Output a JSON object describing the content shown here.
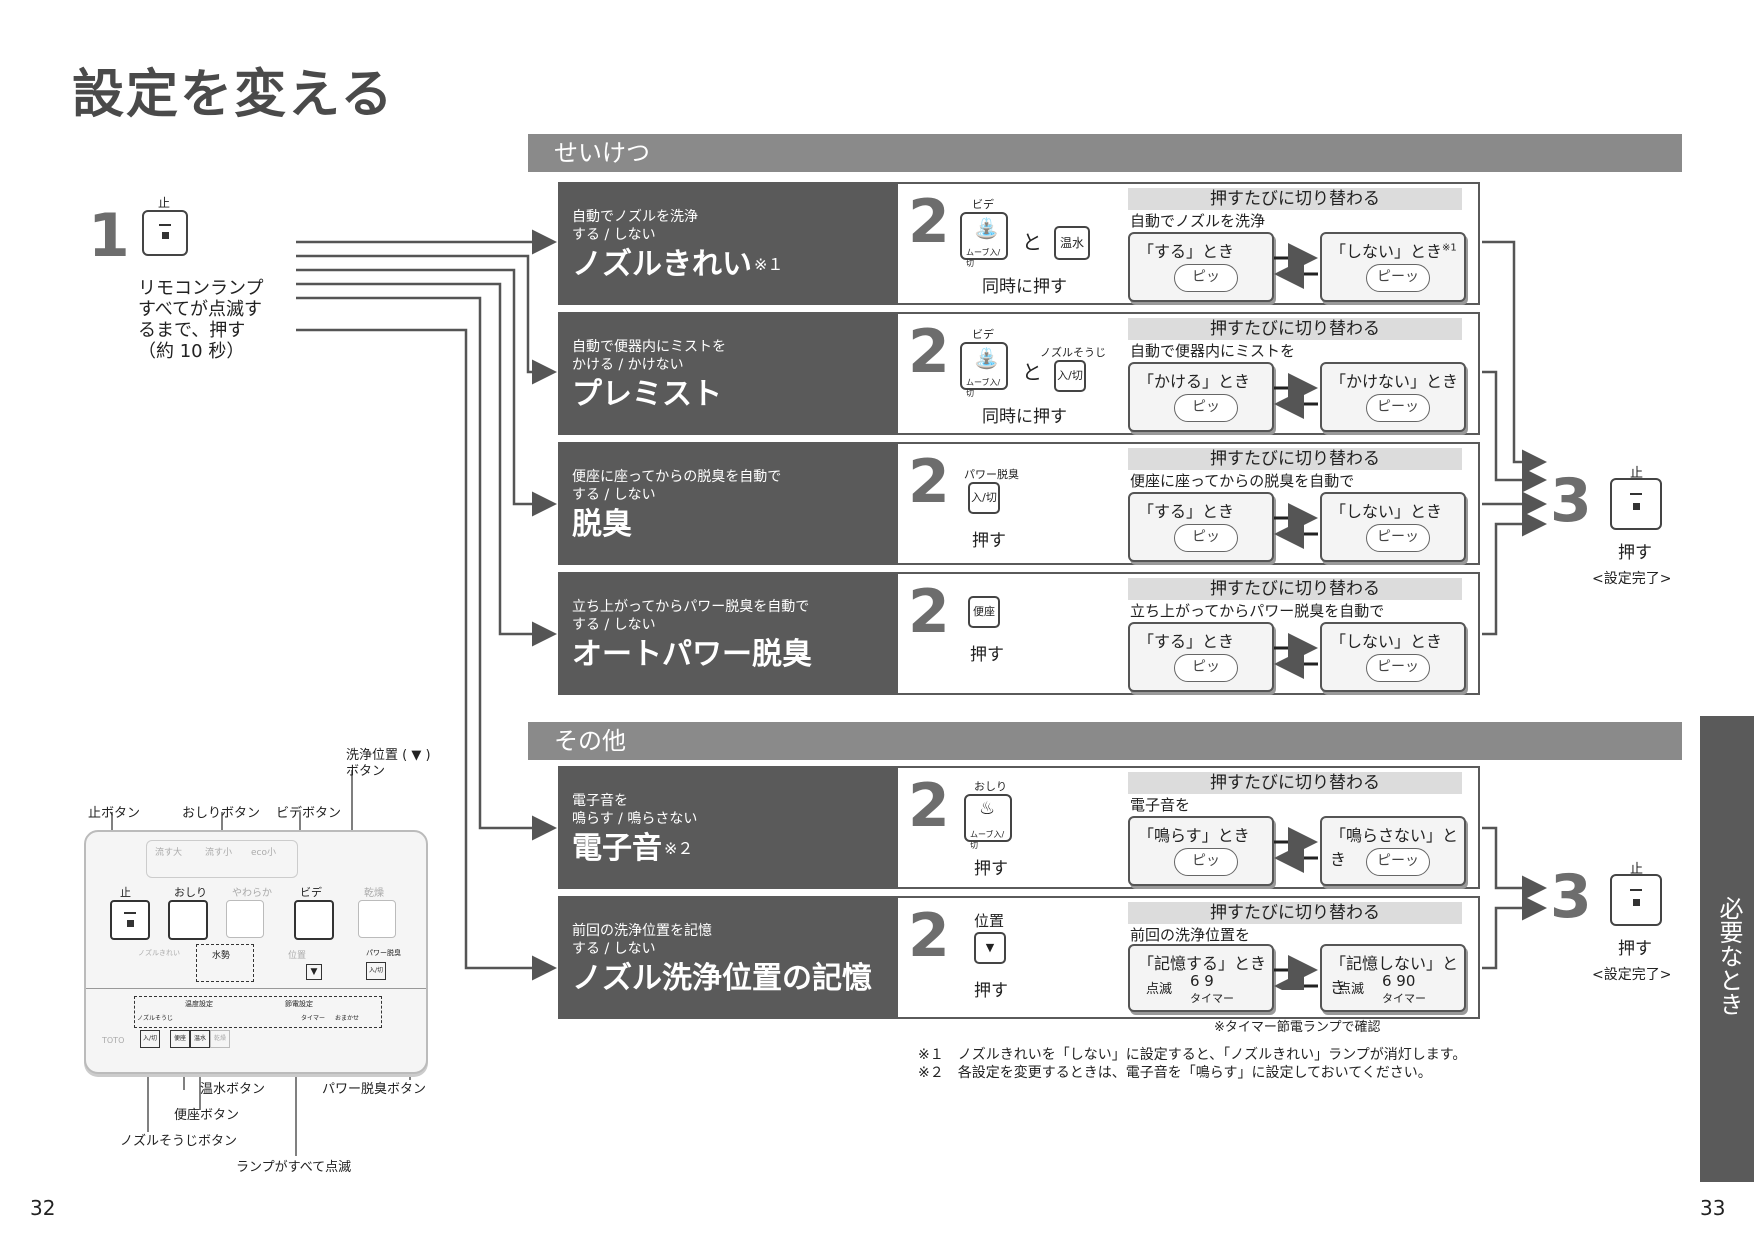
{
  "title": "設定を変える",
  "page_left": "32",
  "page_right": "33",
  "side_tab": "必要なとき",
  "step1": {
    "num": "1",
    "stop_label": "止",
    "text": [
      "リモコンランプ",
      "すべてが点滅す",
      "るまで、押す",
      "（約 10 秒）"
    ]
  },
  "sections": {
    "seiketsu": "せいけつ",
    "sonota": "その他"
  },
  "common": {
    "toggle_head": "押すたびに切り替わる",
    "and": "と",
    "push": "押す",
    "push_together": "同時に押す",
    "beep_short": "ピッ",
    "beep_long": "ピーッ"
  },
  "rows": [
    {
      "sub": [
        "自動でノズルを洗浄",
        "する / しない"
      ],
      "title": "ノズルきれい",
      "mark": "※１",
      "btn1_top": "ビデ",
      "btn1_bottom": "ムーブ入/切",
      "btn2": "温水",
      "btn2_top": "",
      "push": "同時に押す",
      "desc": "自動でノズルを洗浄",
      "opt1": "「する」とき",
      "opt2": "「しない」とき",
      "opt2_mark": "※1"
    },
    {
      "sub": [
        "自動で便器内にミストを",
        "かける / かけない"
      ],
      "title": "プレミスト",
      "mark": "",
      "btn1_top": "ビデ",
      "btn1_bottom": "ムーブ入/切",
      "btn2": "入/切",
      "btn2_top": "ノズルそうじ",
      "push": "同時に押す",
      "desc": "自動で便器内にミストを",
      "opt1": "「かける」とき",
      "opt2": "「かけない」とき",
      "opt2_mark": ""
    },
    {
      "sub": [
        "便座に座ってからの脱臭を自動で",
        "する / しない"
      ],
      "title": "脱臭",
      "mark": "",
      "btn_top": "パワー脱臭",
      "btn": "入/切",
      "push": "押す",
      "desc": "便座に座ってからの脱臭を自動で",
      "opt1": "「する」とき",
      "opt2": "「しない」とき",
      "opt2_mark": ""
    },
    {
      "sub": [
        "立ち上がってからパワー脱臭を自動で",
        "する / しない"
      ],
      "title": "オートパワー脱臭",
      "mark": "",
      "btn_top": "",
      "btn": "便座",
      "push": "押す",
      "desc": "立ち上がってからパワー脱臭を自動で",
      "opt1": "「する」とき",
      "opt2": "「しない」とき",
      "opt2_mark": ""
    },
    {
      "sub": [
        "電子音を",
        "鳴らす / 鳴らさない"
      ],
      "title": "電子音",
      "mark": "※２",
      "btn_top": "おしり",
      "btn_bottom": "ムーブ入/切",
      "push": "押す",
      "desc": "電子音を",
      "opt1": "「鳴らす」とき",
      "opt2": "「鳴らさない」とき",
      "opt2_mark": ""
    },
    {
      "sub": [
        "前回の洗浄位置を記憶",
        "する / しない"
      ],
      "title": "ノズル洗浄位置の記憶",
      "mark": "",
      "btn_top": "位置",
      "btn": "▼",
      "push": "押す",
      "desc": "前回の洗浄位置を",
      "opt1": "「記憶する」とき",
      "opt2": "「記憶しない」とき",
      "blink": "点滅",
      "timer": "タイマー",
      "seq1": "6 9",
      "seq2": "6 90",
      "timer_note": "※タイマー節電ランプで確認"
    }
  ],
  "step3": {
    "num": "3",
    "stop_label": "止",
    "push": "押す",
    "done": "<設定完了>"
  },
  "notes": [
    "※１　ノズルきれいを「しない」に設定すると、「ノズルきれい」ランプが消灯します。",
    "※２　各設定を変更するときは、電子音を「鳴らす」に設定しておいてください。"
  ],
  "remote": {
    "callouts": {
      "stop": "止ボタン",
      "oshiri": "おしりボタン",
      "bide": "ビデボタン",
      "pos": [
        "洗浄位置 ( ▼ )",
        "ボタン"
      ],
      "onsui": "温水ボタン",
      "power": "パワー脱臭ボタン",
      "benza": "便座ボタン",
      "nozzle": "ノズルそうじボタン",
      "lamp": "ランプがすべて点滅"
    },
    "top_labels": [
      "流す大",
      "流す小",
      "eco小"
    ],
    "btn_labels": [
      "止",
      "おしり",
      "やわらか",
      "ビデ",
      "乾燥"
    ],
    "row2": {
      "nozzle_clean": "ノズルきれい",
      "suisei": "水勢",
      "ichi": "位置",
      "power": "パワー脱臭"
    },
    "row3": {
      "onto": "温度設定",
      "setsuden": "節電設定",
      "brand": "TOTO",
      "nozzle_souji": "ノズルそうじ",
      "benza": "便座",
      "onsui": "温水",
      "kanso": "乾燥",
      "timer": "タイマー",
      "ecoset": "おまかせ"
    },
    "small_keys": [
      "入/切",
      "入/切",
      "入/切"
    ]
  }
}
